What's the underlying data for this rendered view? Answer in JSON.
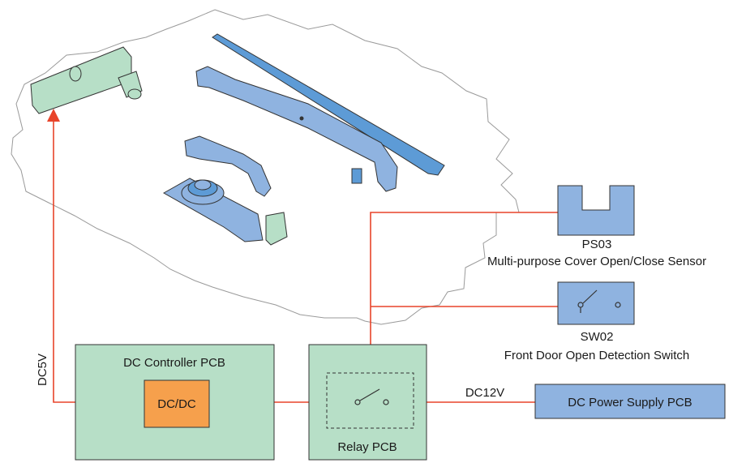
{
  "labels": {
    "dc5v": "DC5V",
    "dc12v": "DC12V",
    "dc_controller": "DC Controller PCB",
    "dcdc": "DC/DC",
    "relay": "Relay PCB",
    "power_supply": "DC Power Supply PCB",
    "ps03_id": "PS03",
    "ps03_desc": "Multi-purpose Cover Open/Close Sensor",
    "sw02_id": "SW02",
    "sw02_desc": "Front Door Open Detection Switch"
  },
  "colors": {
    "signal_line": "#e8442a",
    "pcb_green": "#b7dfc7",
    "dcdc_orange": "#f6a04c",
    "component_blue": "#8fb3e0",
    "rail_blue": "#5d9bd6",
    "outline": "#333333"
  }
}
